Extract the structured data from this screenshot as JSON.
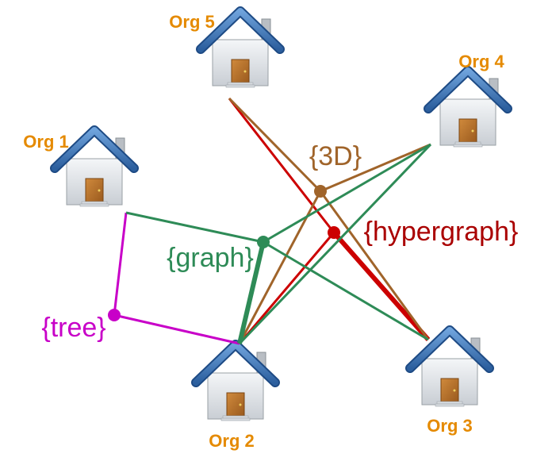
{
  "orgs": {
    "org1": "Org 1",
    "org2": "Org 2",
    "org3": "Org 3",
    "org4": "Org 4",
    "org5": "Org 5"
  },
  "sets": {
    "tree": "{tree}",
    "graph": "{graph}",
    "three_d": "{3D}",
    "hypergraph": "{hypergraph}"
  },
  "colors": {
    "org_label": "#e58a00",
    "tree": "#c800c8",
    "graph": "#2e8b57",
    "three_d": "#a0642a",
    "hypergraph": "#cc0000"
  },
  "icons": [
    "house-icon"
  ]
}
